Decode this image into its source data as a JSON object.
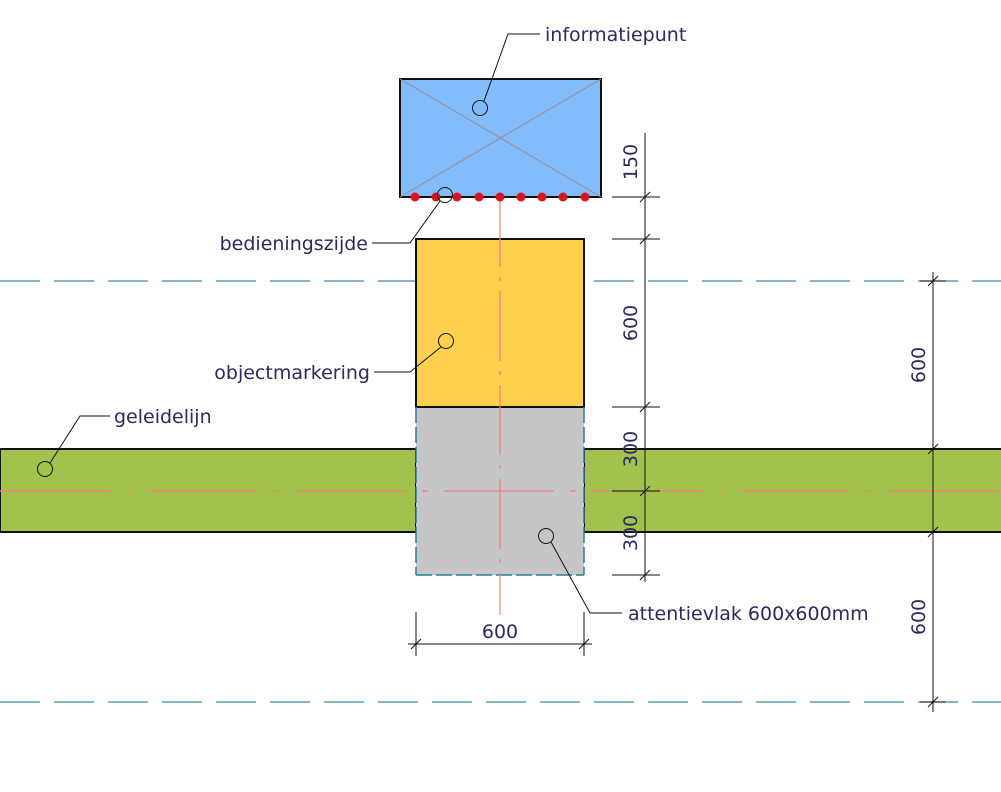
{
  "labels": {
    "informatiepunt": "informatiepunt",
    "bedieningszijde": "bedieningszijde",
    "objectmarkering": "objectmarkering",
    "geleidelijn": "geleidelijn",
    "attentievlak": "attentievlak 600x600mm"
  },
  "dimensions": {
    "info_height": "150",
    "marking_height": "600",
    "attention_upper": "300",
    "attention_lower": "300",
    "attention_width": "600",
    "right_upper": "600",
    "right_lower": "600"
  },
  "colors": {
    "info_fill": "#82bcfa",
    "marking_fill": "#fdd04e",
    "attention_fill": "#c6c6c6",
    "guide_fill": "#a3c14d",
    "dashed_line": "#3a8aa8",
    "axis_line": "#f08080",
    "dots": "#d8141c",
    "text": "#2a2a5c"
  }
}
